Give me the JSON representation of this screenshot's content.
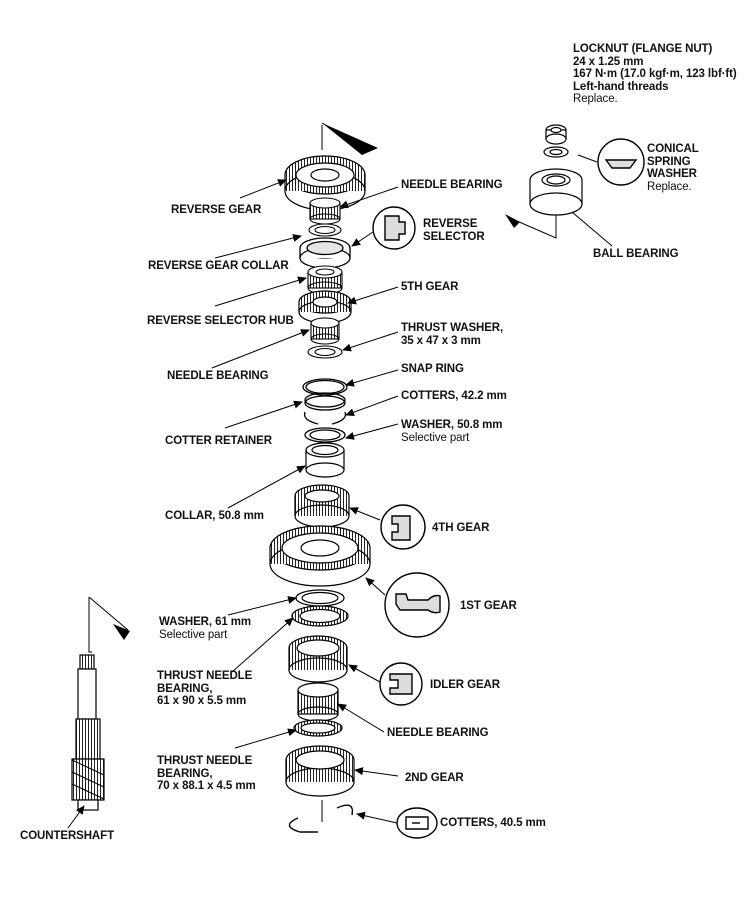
{
  "labels": {
    "locknut": {
      "lines": [
        "LOCKNUT (FLANGE NUT)",
        "24 x 1.25 mm",
        "167 N·m (17.0 kgf·m, 123 lbf·ft)",
        "Left-hand threads"
      ],
      "note": "Replace."
    },
    "conical_washer": {
      "lines": [
        "CONICAL",
        "SPRING",
        "WASHER"
      ],
      "note": "Replace."
    },
    "ball_bearing": "BALL BEARING",
    "reverse_gear": "REVERSE GEAR",
    "needle_bearing_top": "NEEDLE BEARING",
    "reverse_selector": {
      "lines": [
        "REVERSE",
        "SELECTOR"
      ]
    },
    "reverse_gear_collar": "REVERSE GEAR COLLAR",
    "fifth_gear": "5TH GEAR",
    "reverse_selector_hub": "REVERSE SELECTOR HUB",
    "thrust_washer": {
      "lines": [
        "THRUST WASHER,",
        "35 x 47 x 3 mm"
      ]
    },
    "needle_bearing_mid": "NEEDLE BEARING",
    "snap_ring": "SNAP RING",
    "cotters_42": "COTTERS, 42.2 mm",
    "cotter_retainer": "COTTER RETAINER",
    "washer_50": {
      "lines": [
        "WASHER, 50.8 mm"
      ],
      "note": "Selective part"
    },
    "collar_50": "COLLAR, 50.8 mm",
    "fourth_gear": "4TH GEAR",
    "first_gear": "1ST GEAR",
    "washer_61": {
      "lines": [
        "WASHER, 61 mm"
      ],
      "note": "Selective part"
    },
    "thrust_needle_61": {
      "lines": [
        "THRUST NEEDLE",
        "BEARING,",
        "61 x 90 x 5.5 mm"
      ]
    },
    "idler_gear": "IDLER GEAR",
    "needle_bearing_low": "NEEDLE BEARING",
    "thrust_needle_70": {
      "lines": [
        "THRUST NEEDLE",
        "BEARING,",
        "70 x 88.1 x 4.5 mm"
      ]
    },
    "second_gear": "2ND GEAR",
    "cotters_40": "COTTERS, 40.5 mm",
    "countershaft": "COUNTERSHAFT"
  }
}
